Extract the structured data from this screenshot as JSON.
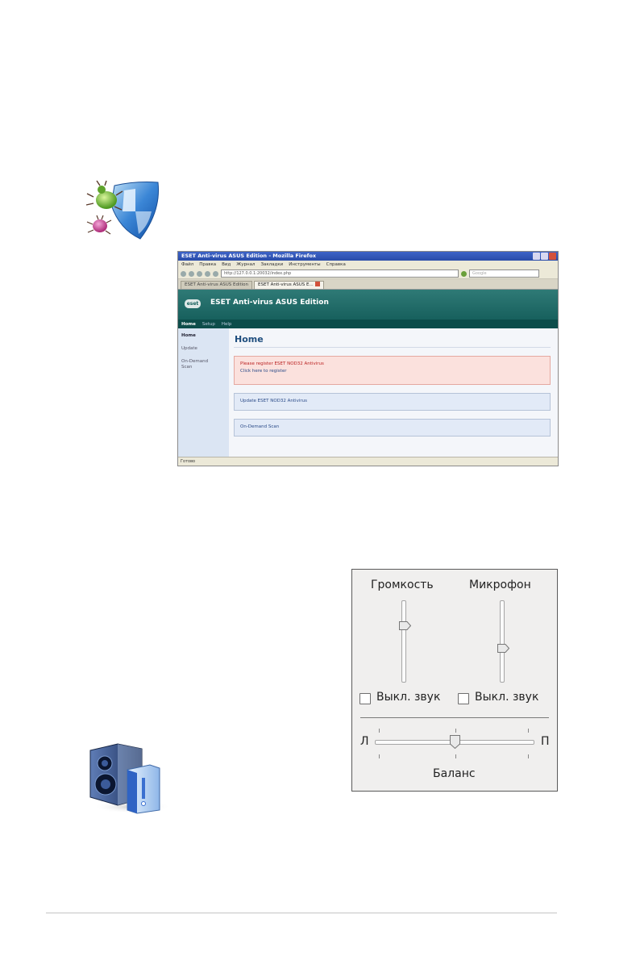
{
  "browser": {
    "window_title": "ESET Anti-virus ASUS Edition - Mozilla Firefox",
    "menu": [
      "Файл",
      "Правка",
      "Вид",
      "Журнал",
      "Закладки",
      "Инструменты",
      "Справка"
    ],
    "url": "http://127.0.0.1:20032/index.php",
    "search_placeholder": "Google",
    "tabs": [
      "ESET Anti-virus ASUS Edition",
      "ESET Anti-virus ASUS E..."
    ],
    "status": "Готово"
  },
  "eset": {
    "logo": "eset",
    "title": "ESET Anti-virus ASUS Edition",
    "nav": [
      "Home",
      "Setup",
      "Help"
    ],
    "sidebar": [
      "Home",
      "Update",
      "On-Demand Scan"
    ],
    "heading": "Home",
    "register_warning": "Please register ESET NOD32 Antivirus",
    "register_link": "Click here to register",
    "update_box": "Update ESET NOD32 Antivirus",
    "scan_box": "On-Demand Scan"
  },
  "volume_panel": {
    "volume_label": "Громкость",
    "mic_label": "Микрофон",
    "volume_level": 0.7,
    "mic_level": 0.42,
    "mute_volume_label": "Выкл. звук",
    "mute_mic_label": "Выкл. звук",
    "mute_volume_checked": false,
    "mute_mic_checked": false,
    "balance_left": "Л",
    "balance_right": "П",
    "balance_label": "Баланс",
    "balance_value": 0.5
  }
}
